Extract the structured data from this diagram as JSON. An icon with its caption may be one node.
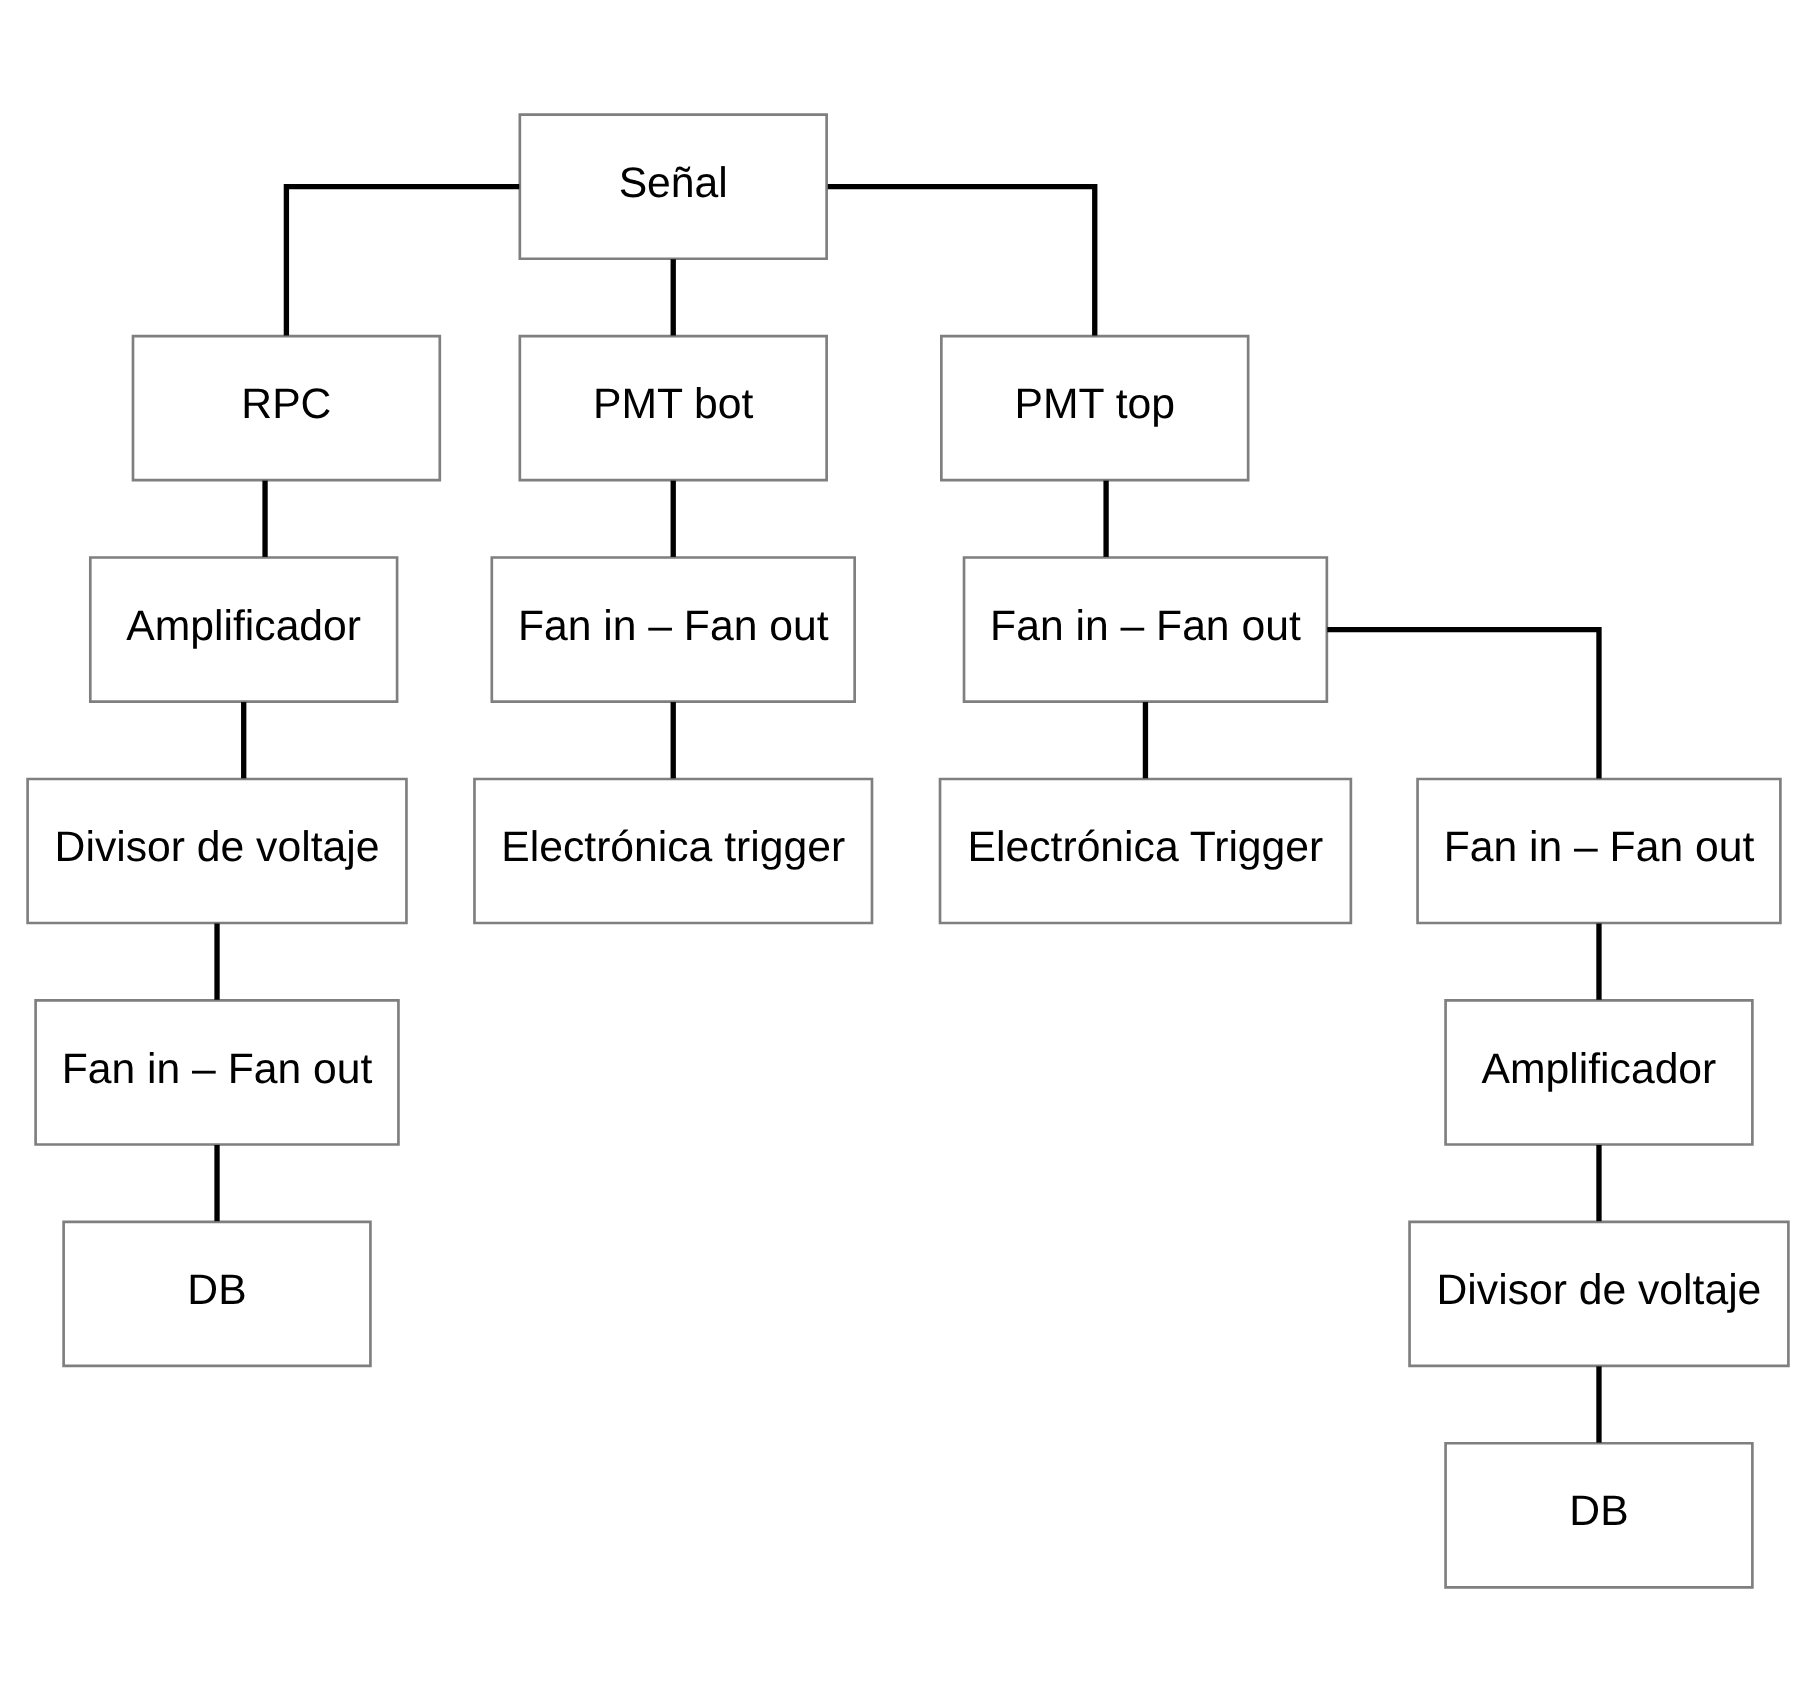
{
  "diagram": {
    "nodes": [
      {
        "text": [
          "Señal"
        ]
      },
      {
        "text": [
          "RPC"
        ]
      },
      {
        "text": [
          "PMT bot"
        ]
      },
      {
        "text": [
          "PMT top"
        ]
      },
      {
        "text": [
          "Amplificador"
        ]
      },
      {
        "text": [
          "Divisor de voltaje"
        ]
      },
      {
        "text": [
          "Fan in – Fan out"
        ]
      },
      {
        "text": [
          "DB"
        ]
      },
      {
        "text": [
          "Fan in – Fan out"
        ]
      },
      {
        "text": [
          "Electrónica trigger"
        ]
      },
      {
        "text": [
          "Fan in – Fan out"
        ]
      },
      {
        "text": [
          "Electrónica Trigger"
        ]
      },
      {
        "text": [
          "Fan in – Fan out"
        ]
      },
      {
        "text": [
          "Amplificador"
        ]
      },
      {
        "text": [
          "Divisor de voltaje"
        ]
      },
      {
        "text": [
          "DB"
        ]
      }
    ],
    "edges": [
      {
        "from": 0,
        "to": 1,
        "arrow": "none"
      },
      {
        "from": 0,
        "to": 2,
        "arrow": "none"
      },
      {
        "from": 0,
        "to": 3,
        "arrow": "none"
      },
      {
        "from": 1,
        "to": 4,
        "arrow": "none"
      },
      {
        "from": 4,
        "to": 5,
        "arrow": "none"
      },
      {
        "from": 5,
        "to": 6,
        "arrow": "none"
      },
      {
        "from": 6,
        "to": 7,
        "arrow": "none"
      },
      {
        "from": 2,
        "to": 8,
        "arrow": "none"
      },
      {
        "from": 8,
        "to": 9,
        "arrow": "none"
      },
      {
        "from": 3,
        "to": 10,
        "arrow": "none"
      },
      {
        "from": 10,
        "to": 11,
        "arrow": "none"
      },
      {
        "from": 10,
        "to": 12,
        "arrow": "none"
      },
      {
        "from": 12,
        "to": 13,
        "arrow": "none"
      },
      {
        "from": 13,
        "to": 14,
        "arrow": "none"
      },
      {
        "from": 14,
        "to": 15,
        "arrow": "none"
      }
    ]
  }
}
